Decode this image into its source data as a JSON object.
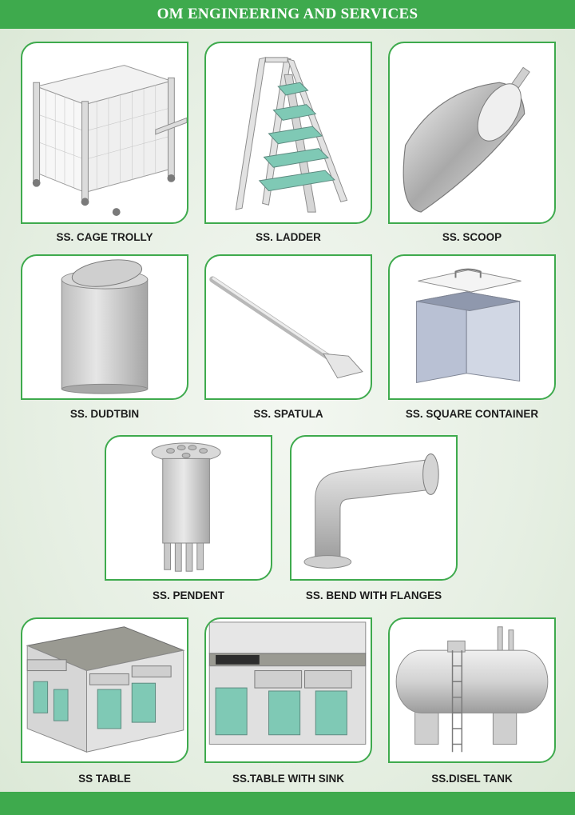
{
  "header": {
    "title": "OM ENGINEERING AND SERVICES"
  },
  "products": [
    {
      "label": "SS. CAGE TROLLY",
      "icon": "cage-trolley-icon"
    },
    {
      "label": "SS. LADDER",
      "icon": "ladder-icon"
    },
    {
      "label": "SS. SCOOP",
      "icon": "scoop-icon"
    },
    {
      "label": "SS. DUDTBIN",
      "icon": "dustbin-icon"
    },
    {
      "label": "SS. SPATULA",
      "icon": "spatula-icon"
    },
    {
      "label": "SS. SQUARE CONTAINER",
      "icon": "square-container-icon"
    },
    {
      "label": "SS. PENDENT",
      "icon": "pendent-icon"
    },
    {
      "label": "SS. BEND WITH FLANGES",
      "icon": "bend-with-flanges-icon"
    },
    {
      "label": "SS TABLE",
      "icon": "table-icon"
    },
    {
      "label": "SS.TABLE WITH SINK",
      "icon": "table-with-sink-icon"
    },
    {
      "label": "SS.DISEL TANK",
      "icon": "diesel-tank-icon"
    }
  ],
  "colors": {
    "accent": "#3eaa4d",
    "steel": "#c9c9c9",
    "steel_dark": "#8c8c8c",
    "glass": "#7fc9b5"
  }
}
